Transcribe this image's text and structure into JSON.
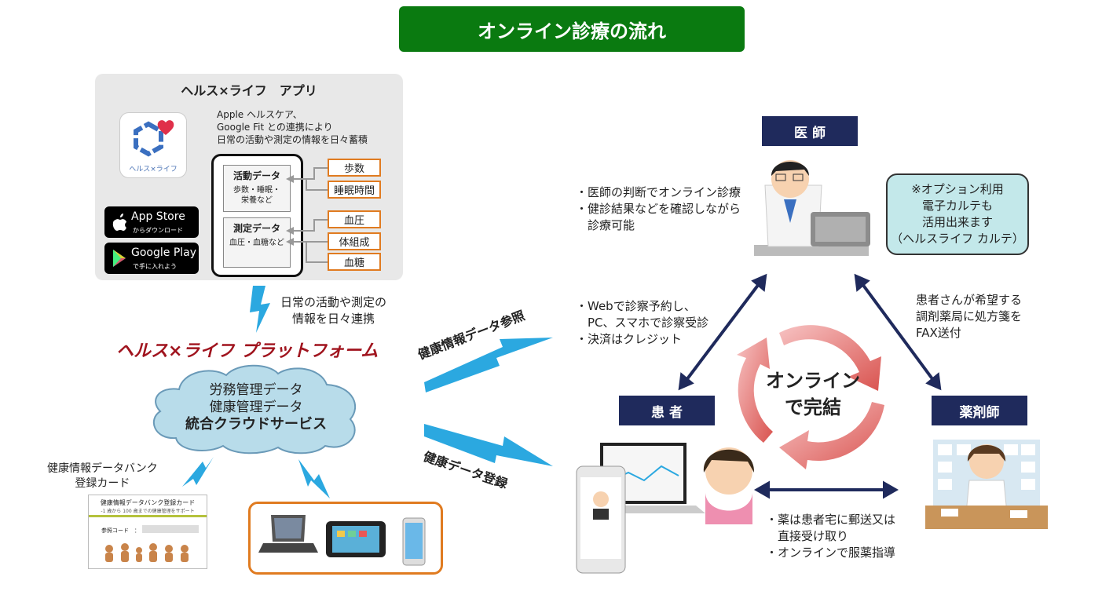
{
  "title": "オンライン診療の流れ",
  "app": {
    "title": "ヘルス×ライフ　アプリ",
    "icon_label": "ヘルス×ライフ",
    "description": "Apple ヘルスケア、\nGoogle Fit との連携により\n日常の活動や測定の情報を日々蓄積",
    "app_store": {
      "main": "App Store",
      "sub": "からダウンロード"
    },
    "google_play": {
      "main": "Google Play",
      "sub": "で手に入れよう"
    },
    "activity": {
      "title": "活動データ",
      "sub": "歩数・睡眠・\n栄養など"
    },
    "measure": {
      "title": "測定データ",
      "sub": "血圧・血糖など"
    },
    "metrics": [
      "歩数",
      "睡眠時間",
      "血圧",
      "体組成",
      "血糖"
    ]
  },
  "sync_text": "日常の活動や測定の\n情報を日々連携",
  "platform_title": "ヘルス×ライフ プラットフォーム",
  "cloud": {
    "line1": "労務管理データ",
    "line2": "健康管理データ",
    "line3": "統合クラウドサービス"
  },
  "bank_label": "健康情報データバンク\n登録カード",
  "card": {
    "title": "健康情報データバンク登録カード",
    "sub": "-1 歳から 100 歳までの健康管理をサポート",
    "ref": "参照コード　："
  },
  "label_reference": "健康情報データ参照",
  "label_register": "健康データ登録",
  "roles": {
    "doctor": "医 師",
    "patient": "患 者",
    "pharmacist": "薬剤師"
  },
  "doctor_text": "・医師の判断でオンライン診療\n・健診結果などを確認しながら\n　診療可能",
  "option_text": "※オプション利用\n電子カルテも\n活用出来ます\n（ヘルスライフ カルテ）",
  "patient_text": "・Webで診察予約し、\n　PC、スマホで診察受診\n・決済はクレジット",
  "pharmacy_text": "患者さんが希望する\n調剤薬局に処方箋を\nFAX送付",
  "delivery_text": "・薬は患者宅に郵送又は\n　直接受け取り\n・オンラインで服薬指導",
  "center": "オンライン\nで完結",
  "colors": {
    "title_green": "#0a7a10",
    "role_navy": "#1f2a5c",
    "platform_red": "#a0141e",
    "accent_orange": "#e07b20",
    "bolt_blue": "#2ba8e0",
    "cycle_red": "#d9534f"
  }
}
